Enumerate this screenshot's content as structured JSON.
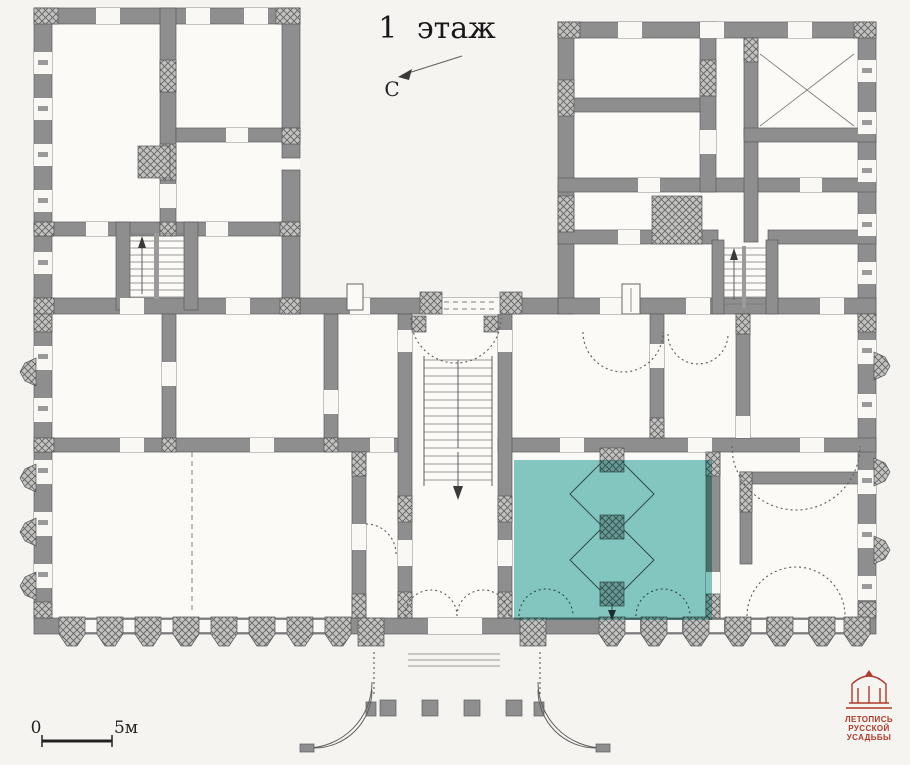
{
  "title": "1 этаж",
  "north": {
    "label": "С"
  },
  "scale_bar": {
    "start_label": "0",
    "end_label": "5м"
  },
  "logo": {
    "line1": "ЛЕТОПИСЬ",
    "line2": "РУССКОЙ",
    "line3": "УСАДЬБЫ"
  },
  "highlight": {
    "color": "#1f9e96"
  },
  "colors": {
    "wall_gray": "#8e8e8e",
    "paper": "#f5f4f0",
    "logo_red": "#b03a2b",
    "highlight_teal": "#1f9e96"
  }
}
